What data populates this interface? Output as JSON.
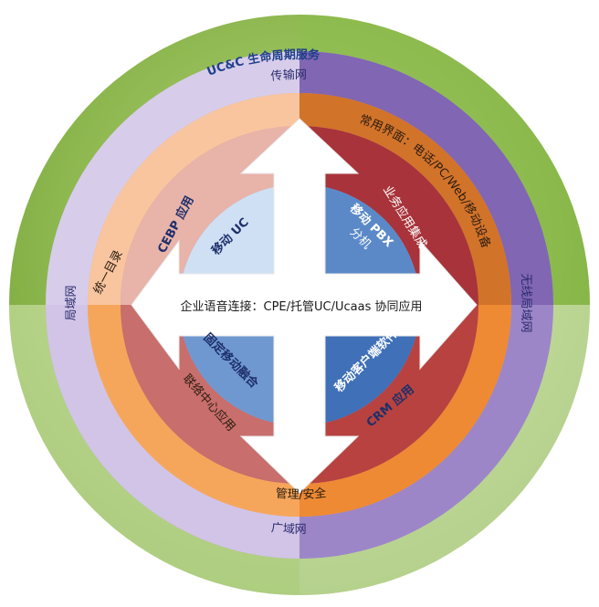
{
  "diagram": {
    "outer_ring": {
      "title": "UC&C 生命周期服务"
    },
    "network_ring": {
      "top": "传输网",
      "left": "局域网",
      "right": "无线局域网",
      "bottom": "广域网"
    },
    "app_ring": {
      "top_right": "常用界面：电话/PC/Web/移动设备",
      "left": "统一目录",
      "bottom": "管理/安全"
    },
    "inner_ring": {
      "cebp": "CEBP 应用",
      "business_integration": "业务应用集成",
      "crm": "CRM 应用",
      "contact_center": "联络中心应用"
    },
    "core": {
      "mobile_uc": "移动 UC",
      "mobile_pbx_line1": "移动 PBX",
      "mobile_pbx_line2": "分机",
      "fmc": "固定移动融合",
      "mobile_client": "移动客户端软件"
    },
    "center_banner": "企业语音连接：CPE/托管UC/Ucaas 协同应用"
  }
}
